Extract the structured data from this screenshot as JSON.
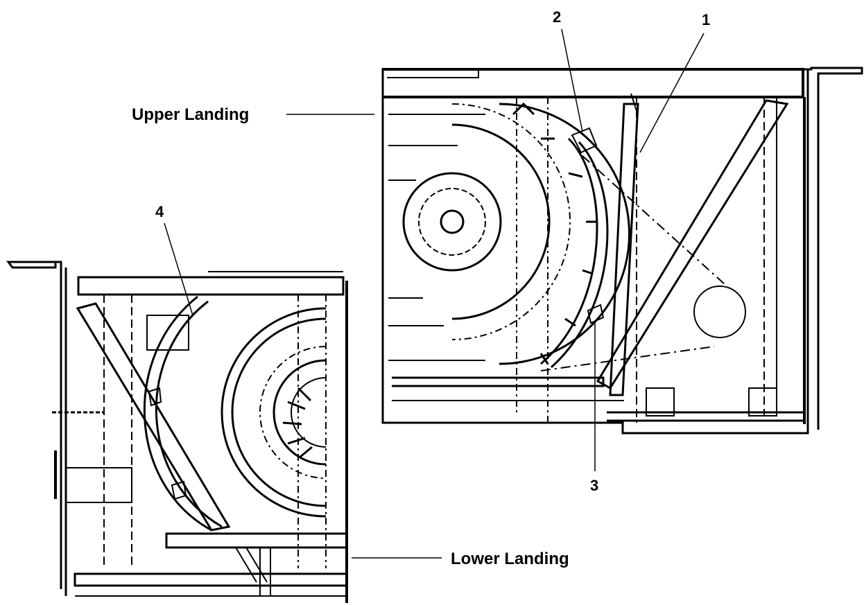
{
  "labels": {
    "upper_landing": "Upper Landing",
    "lower_landing": "Lower Landing",
    "callout_1": "1",
    "callout_2": "2",
    "callout_3": "3",
    "callout_4": "4"
  },
  "colors": {
    "ink": "#000000",
    "paper": "#ffffff"
  }
}
